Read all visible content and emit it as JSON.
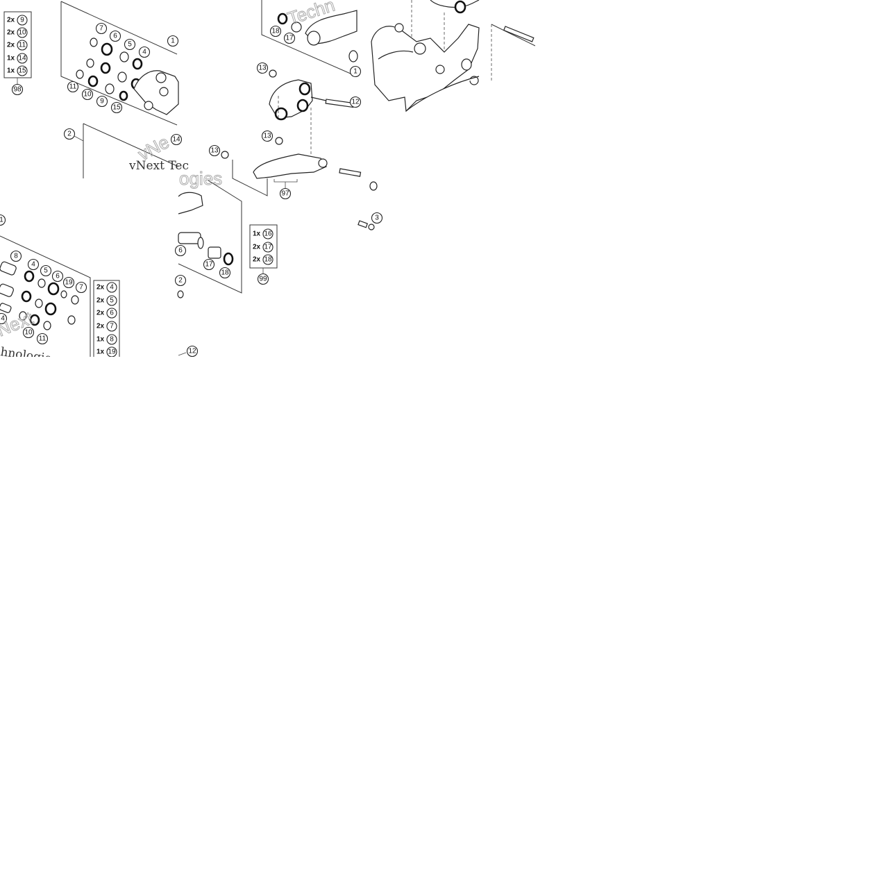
{
  "watermark": {
    "script_text": "vNext Technologies",
    "script_text_partial": "vNext Tec",
    "outline_text_top": "Techn",
    "outline_text_left": "vNe",
    "outline_text_bottom": "ogies",
    "outline_text_lower": "Next",
    "outline_text_lower2": "hnologies"
  },
  "kits": [
    {
      "id": "98",
      "rows": [
        {
          "qty": "2x",
          "part": "9"
        },
        {
          "qty": "2x",
          "part": "10"
        },
        {
          "qty": "2x",
          "part": "11"
        },
        {
          "qty": "1x",
          "part": "14"
        },
        {
          "qty": "1x",
          "part": "15"
        }
      ]
    },
    {
      "id": "99",
      "rows": [
        {
          "qty": "1x",
          "part": "16"
        },
        {
          "qty": "2x",
          "part": "17"
        },
        {
          "qty": "2x",
          "part": "18"
        }
      ]
    },
    {
      "id": "partial",
      "rows": [
        {
          "qty": "2x",
          "part": "4"
        },
        {
          "qty": "2x",
          "part": "5"
        },
        {
          "qty": "2x",
          "part": "6"
        },
        {
          "qty": "2x",
          "part": "7"
        },
        {
          "qty": "1x",
          "part": "8"
        },
        {
          "qty": "1x",
          "part": "19"
        }
      ]
    }
  ],
  "callouts": {
    "c7a": "7",
    "c6a": "6",
    "c5a": "5",
    "c4a": "4",
    "c1": "1",
    "c11a": "11",
    "c10a": "10",
    "c9a": "9",
    "c15": "15",
    "c14": "14",
    "c2a": "2",
    "c18a": "18",
    "c17a": "17",
    "c1b": "1",
    "c13a": "13",
    "c12a": "12",
    "c13b": "13",
    "c13c": "13",
    "c97": "97",
    "c3": "3",
    "c16": "6",
    "c17b": "17",
    "c18b": "18",
    "c2b": "2",
    "c12b": "12",
    "c1c": "1",
    "c8": "8",
    "c4b": "4",
    "c5b": "5",
    "c6b": "6",
    "c19": "19",
    "c7b": "7",
    "c4c": "4",
    "c10b": "10",
    "c11b": "11"
  }
}
